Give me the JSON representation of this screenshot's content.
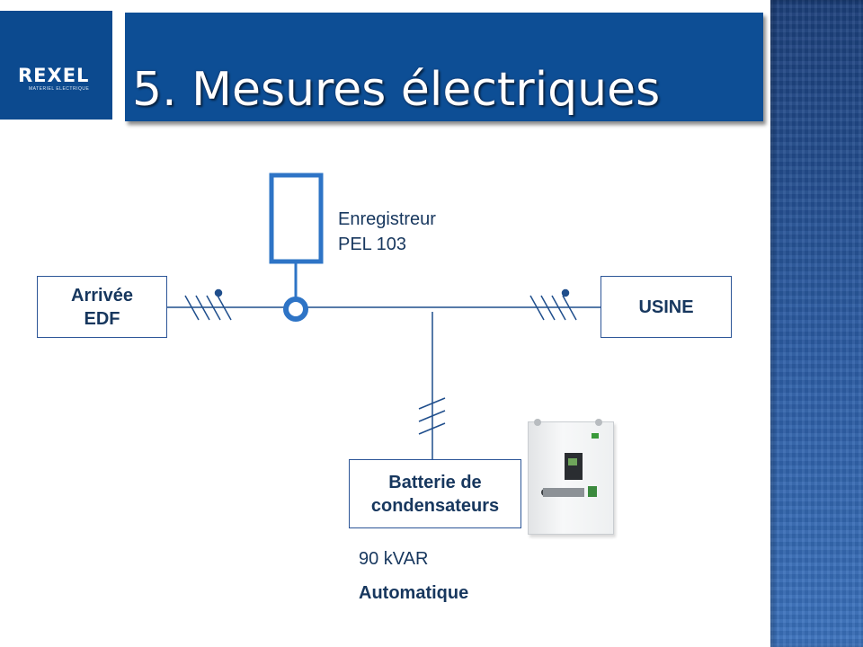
{
  "slide": {
    "title": "5. Mesures électriques",
    "logo": {
      "name": "REXEL",
      "tagline": "MATERIEL ELECTRIQUE"
    }
  },
  "diagram": {
    "recorder": {
      "line1": "Enregistreur",
      "line2": "PEL 103"
    },
    "source_box": {
      "line1": "Arrivée",
      "line2": "EDF"
    },
    "load_box": {
      "label": "USINE"
    },
    "capacitor_box": {
      "line1": "Batterie de",
      "line2": "condensateurs"
    },
    "capacitor_specs": {
      "power": "90 kVAR",
      "mode": "Automatique"
    }
  },
  "colors": {
    "accent": "#0d4e95",
    "line": "#1f4e8c",
    "recorder": "#2e74c6",
    "text": "#17375e"
  }
}
